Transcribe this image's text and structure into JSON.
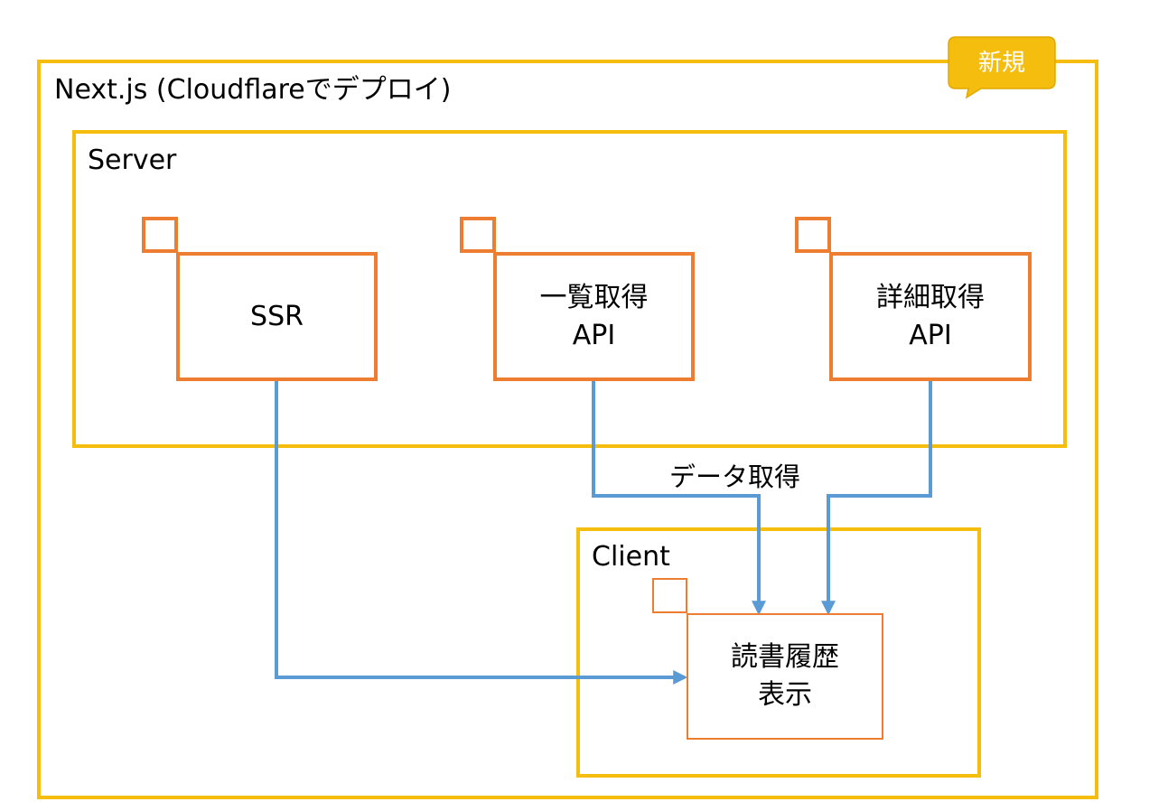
{
  "badge": {
    "text": "新規"
  },
  "frames": {
    "nextjs": {
      "label": "Next.js (Cloudflareでデプロイ)"
    },
    "server": {
      "label": "Server"
    },
    "client": {
      "label": "Client"
    }
  },
  "components": {
    "ssr": {
      "label": "SSR"
    },
    "list_api": {
      "label": "一覧取得\nAPI"
    },
    "detail_api": {
      "label": "詳細取得\nAPI"
    },
    "reading_history": {
      "label": "読書履歴\n表示"
    }
  },
  "connectors": {
    "data_fetch_label": "データ取得"
  },
  "colors": {
    "frame": "#f5bd0d",
    "component": "#ed7d31",
    "connector": "#5b9bd5",
    "badge_fill": "#f5bd0d"
  }
}
